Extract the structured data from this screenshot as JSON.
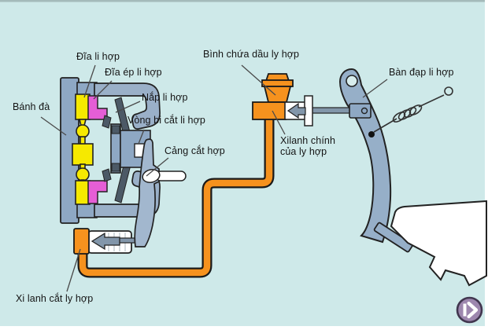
{
  "app": {
    "type": "clutch-system-diagram",
    "background_color": "#cee9e9"
  },
  "labels": {
    "banh_da": "Bánh đà",
    "dia_li_hop": "Đĩa li hợp",
    "dia_ep_li_hop": "Đĩa ép li hợp",
    "nap_li_hop": "Nắp li hợp",
    "vong_bi_cat_li_hop": "Vòng bi cắt li hợp",
    "cang_cat_hop": "Cảng cắt hợp",
    "binh_chua_dau_ly_hop": "Bình chứa dầu ly hợp",
    "xilanh_chinh_line1": "Xilanh chính",
    "xilanh_chinh_line2": "của ly hợp",
    "ban_dap_li_hop": "Bàn đạp li hợp",
    "xi_lanh_cat_ly_hop": "Xi lanh cắt ly hợp"
  },
  "controls": {
    "next_button_icon": "next-arrow-icon"
  },
  "colors": {
    "background": "#cee9e9",
    "steel_blue": "#8ea8c4",
    "pedal_blue": "#96afc8",
    "fork_blue": "#a2b7ce",
    "hydraulic_orange": "#f6921e",
    "disc_yellow": "#f6e900",
    "pressure_plate_magenta": "#e55ed6",
    "piston_gray": "#8296aa",
    "outline_dark": "#222222",
    "button_purple": "#9d87ae"
  }
}
